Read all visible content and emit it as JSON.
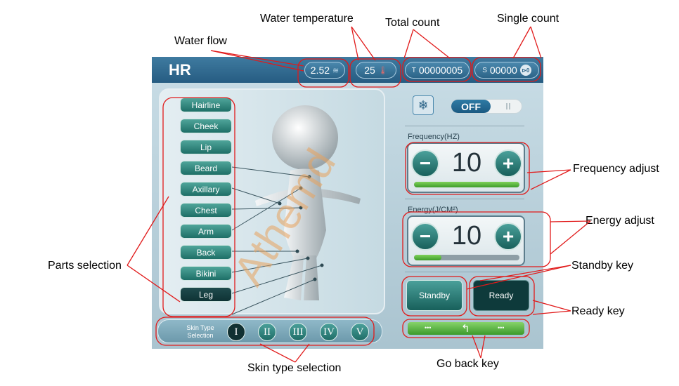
{
  "callouts": {
    "water_flow": "Water flow",
    "water_temperature": "Water temperature",
    "total_count": "Total count",
    "single_count": "Single count",
    "frequency_adjust": "Frequency adjust",
    "energy_adjust": "Energy adjust",
    "standby_key": "Standby key",
    "ready_key": "Ready key",
    "parts_selection": "Parts selection",
    "skin_type_selection": "Skin type selection",
    "go_back_key": "Go back key"
  },
  "screen": {
    "title": "HR",
    "water_flow": "2.52",
    "water_temperature": "25",
    "total_prefix": "T",
    "total_count": "00000005",
    "single_prefix": "S",
    "single_count": "00000",
    "single_icon": "⊳0"
  },
  "parts": [
    {
      "label": "Hairline",
      "active": false
    },
    {
      "label": "Cheek",
      "active": false
    },
    {
      "label": "Lip",
      "active": false
    },
    {
      "label": "Beard",
      "active": false
    },
    {
      "label": "Axillary",
      "active": false
    },
    {
      "label": "Chest",
      "active": false
    },
    {
      "label": "Arm",
      "active": false
    },
    {
      "label": "Back",
      "active": false
    },
    {
      "label": "Bikini",
      "active": false
    },
    {
      "label": "Leg",
      "active": true
    }
  ],
  "skin": {
    "label_line1": "Skin Type",
    "label_line2": "Selection",
    "types": [
      "I",
      "II",
      "III",
      "IV",
      "V"
    ],
    "selected": "I"
  },
  "cooling": {
    "icon": "snowflake-icon",
    "toggle_state": "OFF"
  },
  "frequency": {
    "label": "Frequency(HZ)",
    "value": "10",
    "minus": "−",
    "plus": "+",
    "level_percent": 100
  },
  "energy": {
    "label": "Energy(J/CM²)",
    "value": "10",
    "minus": "−",
    "plus": "+",
    "level_percent": 26
  },
  "buttons": {
    "standby": "Standby",
    "ready": "Ready",
    "back_dots_left": "•••",
    "back_arrow": "↰",
    "back_dots_right": "•••"
  },
  "watermark": "Athemd",
  "colors": {
    "topbar": "#2c6488",
    "annotation": "#e11a1a",
    "part_button": "#2f8a80",
    "active_part": "#113032",
    "ready": "#0e3a3b",
    "level": "#55b33a"
  }
}
